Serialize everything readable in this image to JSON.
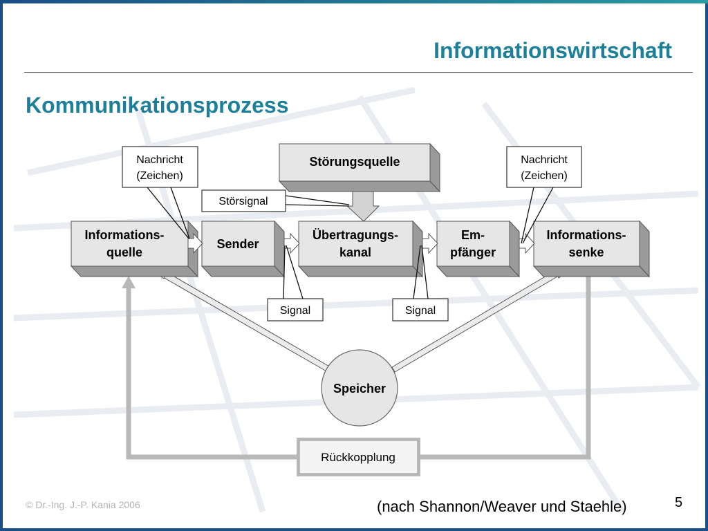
{
  "header": {
    "title": "Informationswirtschaft"
  },
  "page_title": "Kommunikationsprozess",
  "diagram": {
    "nodes": {
      "quelle": [
        "Informations-",
        "quelle"
      ],
      "sender": [
        "Sender"
      ],
      "kanal": [
        "Übertragungs-",
        "kanal"
      ],
      "empfaenger": [
        "Em-",
        "pfänger"
      ],
      "senke": [
        "Informations-",
        "senke"
      ],
      "stoerquelle": [
        "Störungsquelle"
      ],
      "speicher": [
        "Speicher"
      ],
      "rueckkopplung": [
        "Rückkopplung"
      ]
    },
    "callouts": {
      "nachricht_left": [
        "Nachricht",
        "(Zeichen)"
      ],
      "nachricht_right": [
        "Nachricht",
        "(Zeichen)"
      ],
      "stoersignal": [
        "Störsignal"
      ],
      "signal_left": [
        "Signal"
      ],
      "signal_right": [
        "Signal"
      ]
    }
  },
  "footer": {
    "copyright": "©  Dr.-Ing. J.-P. Kania 2006",
    "source": "(nach Shannon/Weaver und Staehle)",
    "page_number": "5"
  }
}
